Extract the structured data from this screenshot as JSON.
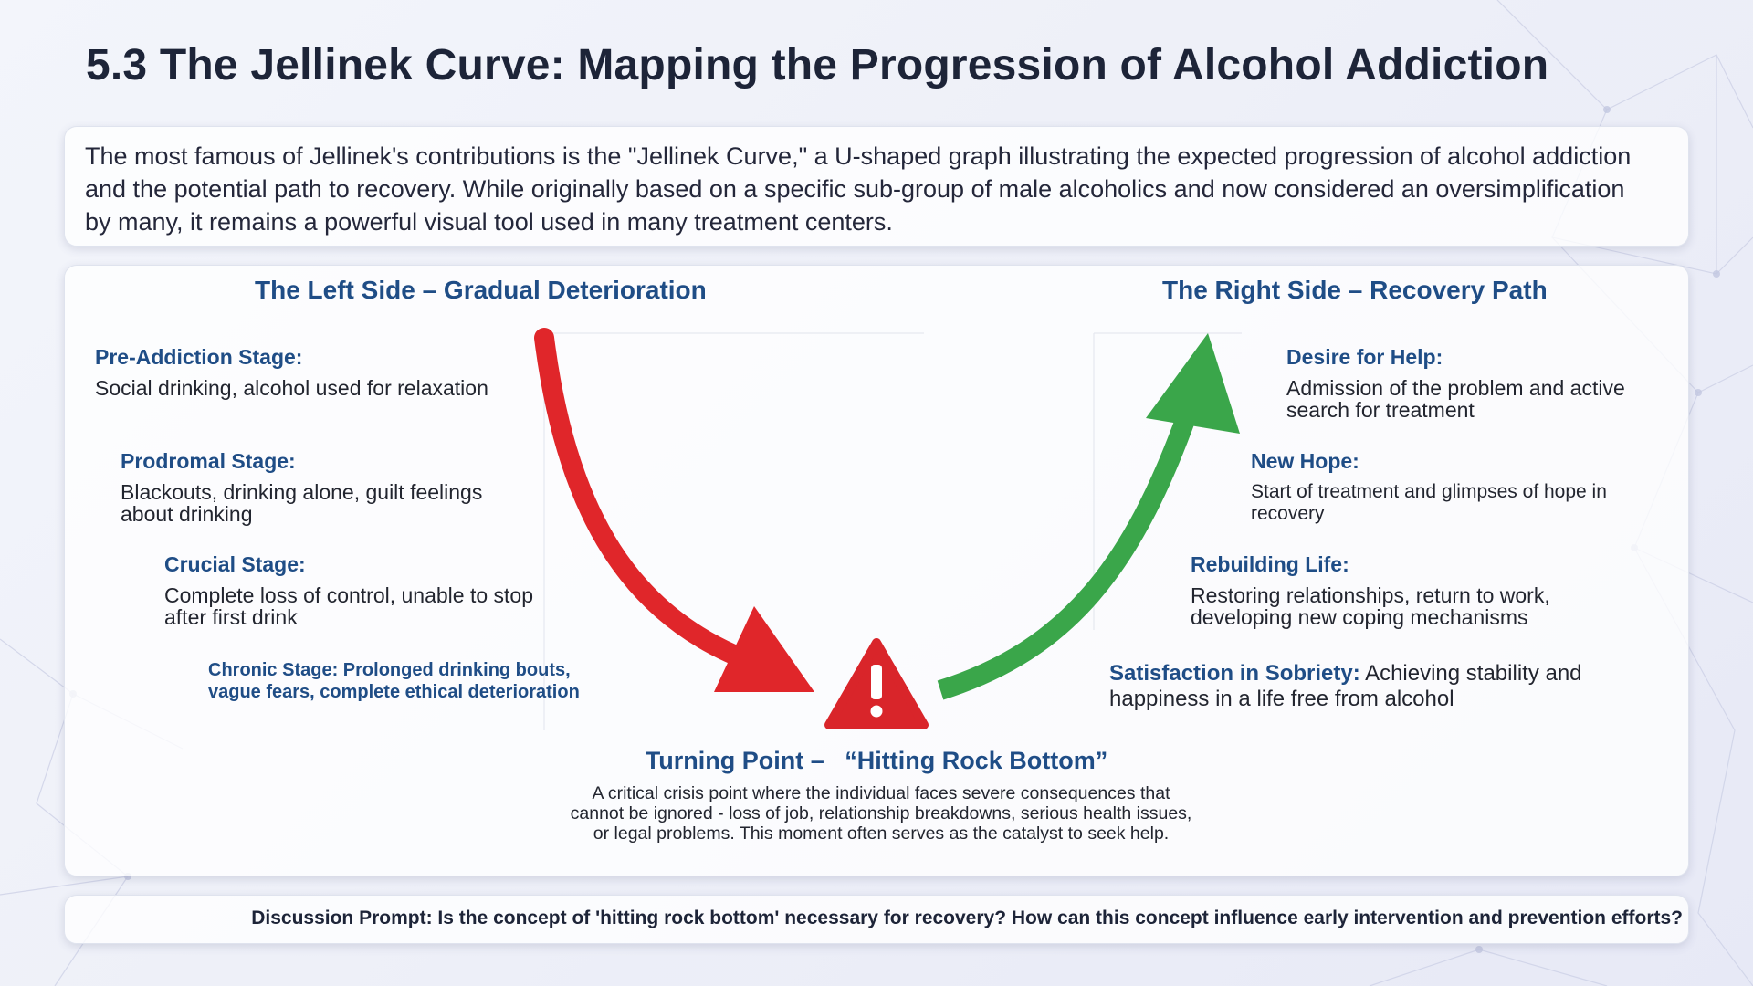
{
  "title": "5.3 The Jellinek Curve: Mapping the Progression of Alcohol Addiction",
  "intro": "The most famous of Jellinek's contributions is the \"Jellinek Curve,\" a U-shaped graph illustrating the expected progression of alcohol addiction and the potential path to recovery. While originally based on a specific sub-group of male alcoholics and now considered an oversimplification by many, it remains a powerful visual tool used in many treatment centers.",
  "left_side": {
    "heading": "The Left Side – Gradual Deterioration",
    "stages": [
      {
        "title": "Pre-Addiction Stage:",
        "desc": "Social drinking, alcohol used for relaxation"
      },
      {
        "title": "Prodromal Stage:",
        "desc": "Blackouts, drinking alone, guilt feelings about drinking"
      },
      {
        "title": "Crucial Stage:",
        "desc": "Complete loss of control, unable to stop after first drink"
      }
    ],
    "chronic": "Chronic Stage: Prolonged drinking bouts, vague fears, complete ethical deterioration"
  },
  "right_side": {
    "heading": "The Right Side – Recovery Path",
    "stages": [
      {
        "title": "Desire for Help:",
        "desc": "Admission of the problem and active search for treatment"
      },
      {
        "title": "New Hope:",
        "desc": "Start of treatment and glimpses of hope in recovery"
      },
      {
        "title": "Rebuilding Life:",
        "desc": "Restoring relationships, return to work, developing new coping mechanisms"
      }
    ],
    "satisfaction_title": "Satisfaction in Sobriety:",
    "satisfaction_desc": "Achieving stability and happiness in a life free from alcohol"
  },
  "turning_point": {
    "title": "Turning Point –   “Hitting Rock Bottom”",
    "desc": "A critical crisis point where the individual faces severe consequences that cannot be ignored - loss of job, relationship breakdowns, serious health issues, or legal problems. This moment often serves as the catalyst to seek help."
  },
  "discussion_prompt": "Discussion Prompt: Is the concept of 'hitting rock bottom' necessary for recovery? How can this concept influence early intervention and prevention efforts?",
  "icons": {
    "warning": "warning-triangle-icon",
    "down_arrow": "red-down-curve-arrow",
    "up_arrow": "green-up-curve-arrow"
  },
  "colors": {
    "heading_blue": "#1f4d86",
    "title_dark": "#1d2438",
    "deterioration_red": "#e0262a",
    "recovery_green": "#3aa64a",
    "warning_red": "#d9252a"
  }
}
